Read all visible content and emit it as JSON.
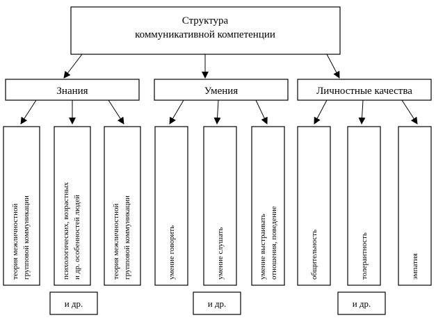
{
  "title": {
    "line1": "Структура",
    "line2": "коммуникативной компетенции"
  },
  "categories": [
    {
      "label": "Знания",
      "items": [
        [
          "теория межличностной",
          "групповой коммуникации"
        ],
        [
          "психологических, возрастных",
          "и др. особенностей людей"
        ],
        [
          "теория межличностной",
          "групповой коммуникации"
        ]
      ],
      "etc": "и др."
    },
    {
      "label": "Умения",
      "items": [
        [
          "умение говорить"
        ],
        [
          "умение слушать"
        ],
        [
          "умение выстраивать",
          "отношения, поведение"
        ]
      ],
      "etc": "и др."
    },
    {
      "label": "Личностные качества",
      "items": [
        [
          "общительность"
        ],
        [
          "толерантность"
        ],
        [
          "эмпатия"
        ]
      ],
      "etc": "и др."
    }
  ]
}
